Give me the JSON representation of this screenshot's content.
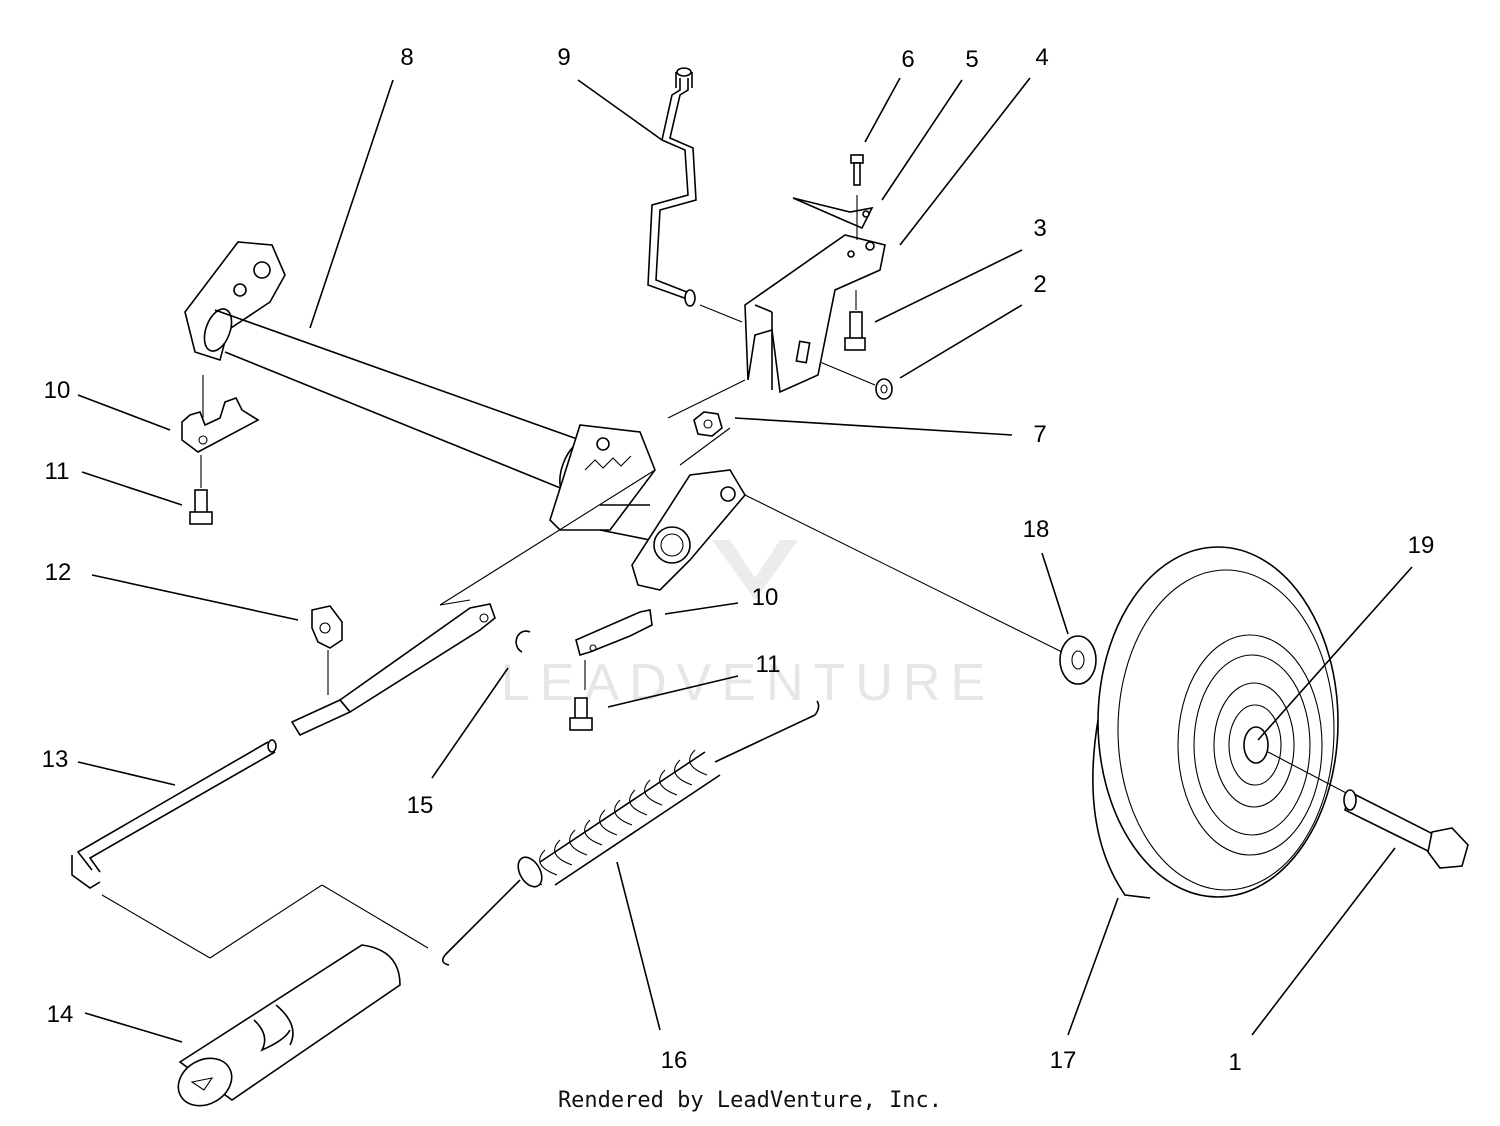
{
  "watermark": "LEADVENTURE",
  "credit": "Rendered by LeadVenture, Inc.",
  "callouts": {
    "c1": "1",
    "c2": "2",
    "c3": "3",
    "c4": "4",
    "c5": "5",
    "c6": "6",
    "c7": "7",
    "c8": "8",
    "c9": "9",
    "c10a": "10",
    "c10b": "10",
    "c11a": "11",
    "c11b": "11",
    "c12": "12",
    "c13": "13",
    "c14": "14",
    "c15": "15",
    "c16": "16",
    "c17": "17",
    "c18": "18",
    "c19": "19"
  }
}
